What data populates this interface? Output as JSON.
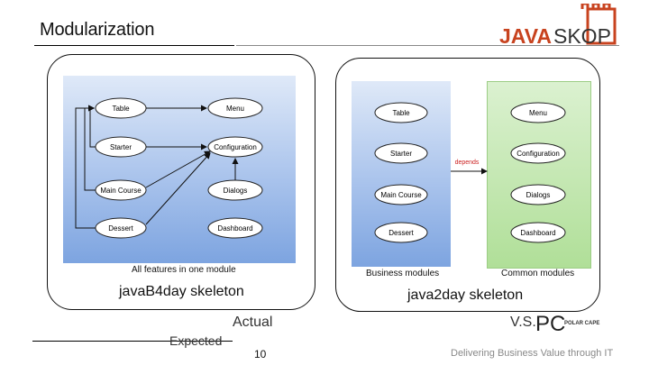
{
  "slide": {
    "title": "Modularization",
    "actual_label": "Actual",
    "expected_label": "Expected",
    "vs_label": "V.S.",
    "page_number": "10",
    "footer_tagline": "Delivering Business Value through IT"
  },
  "logos": {
    "javaskop": {
      "bold_part": "JAVA",
      "light_part": "SKOP"
    },
    "polar_cape": {
      "mark": "PC",
      "text": "POLAR CAPE"
    }
  },
  "left_diagram": {
    "skeleton_label": "javaB4day skeleton",
    "module_caption": "All features in one module",
    "nodes_left": [
      "Table",
      "Starter",
      "Main Course",
      "Dessert"
    ],
    "nodes_right": [
      "Menu",
      "Configuration",
      "Dialogs",
      "Dashboard"
    ]
  },
  "right_diagram": {
    "skeleton_label": "java2day skeleton",
    "business_caption": "Business modules",
    "common_caption": "Common modules",
    "depends_label": "depends",
    "nodes_left": [
      "Table",
      "Starter",
      "Main Course",
      "Dessert"
    ],
    "nodes_right": [
      "Menu",
      "Configuration",
      "Dialogs",
      "Dashboard"
    ]
  },
  "colors": {
    "blue_top": "#dfe9f8",
    "blue_bottom": "#7da4e0",
    "green": "#b0df98",
    "depends_red": "#cc2222",
    "logo_red": "#c8431f"
  }
}
